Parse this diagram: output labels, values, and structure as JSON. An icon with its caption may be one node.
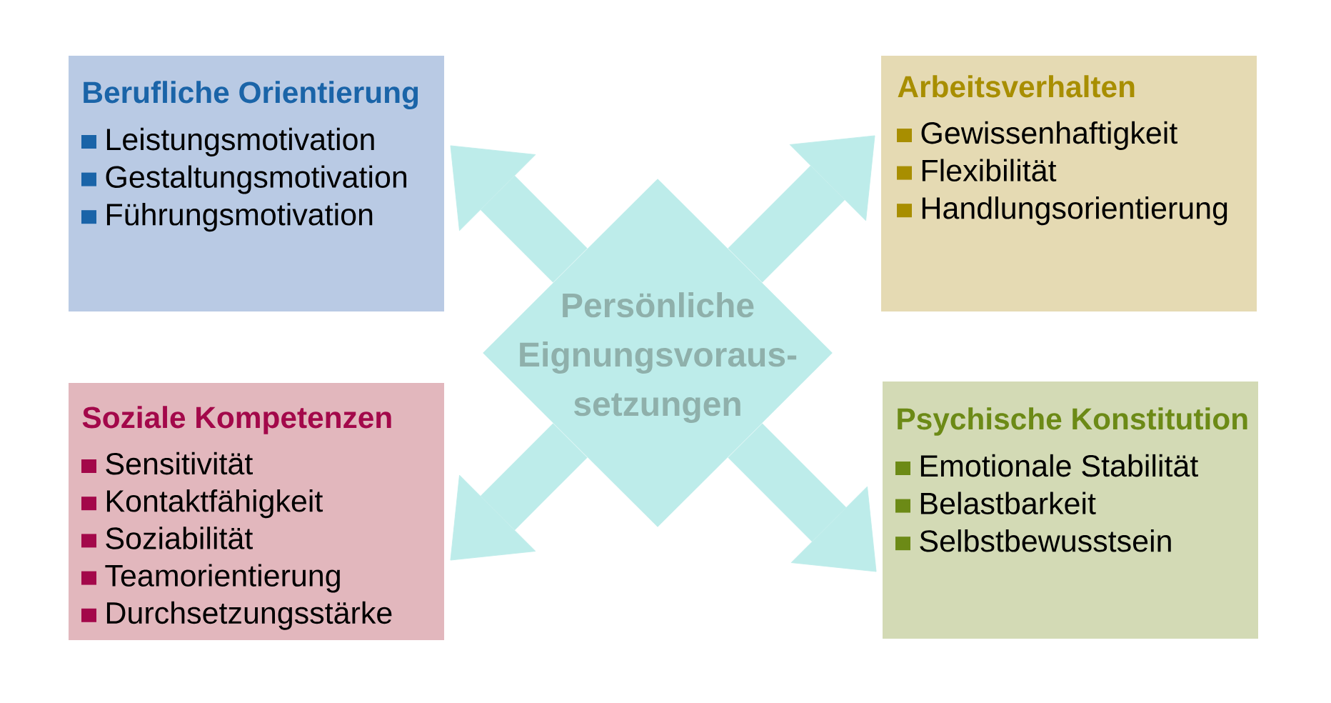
{
  "diagram": {
    "nodes": [
      {
        "text": [
          "Berufliche Orientierung",
          "Leistungsmotivation",
          "Gestaltungsmotivation",
          "Führungsmotivation"
        ]
      },
      {
        "text": [
          "Arbeitsverhalten",
          "Gewissenhaftigkeit",
          "Flexibilität",
          "Handlungsorientierung"
        ]
      },
      {
        "text": [
          "Persönliche Eignungsvoraus- setzungen"
        ]
      },
      {
        "text": [
          "Soziale Kompetenzen",
          "Sensitivität",
          "Kontaktfähigkeit",
          "Soziabilität",
          "Teamorientierung",
          "Durchsetzungsstärke"
        ]
      },
      {
        "text": [
          "Psychische Konstitution",
          "Emotionale Stabilität",
          "Belastbarkeit",
          "Selbstbewusstsein"
        ]
      }
    ],
    "edges": [
      {
        "from": 2,
        "to": 0,
        "arrow": "to"
      },
      {
        "from": 2,
        "to": 1,
        "arrow": "to"
      },
      {
        "from": 2,
        "to": 3,
        "arrow": "to"
      },
      {
        "from": 2,
        "to": 4,
        "arrow": "to"
      }
    ]
  }
}
